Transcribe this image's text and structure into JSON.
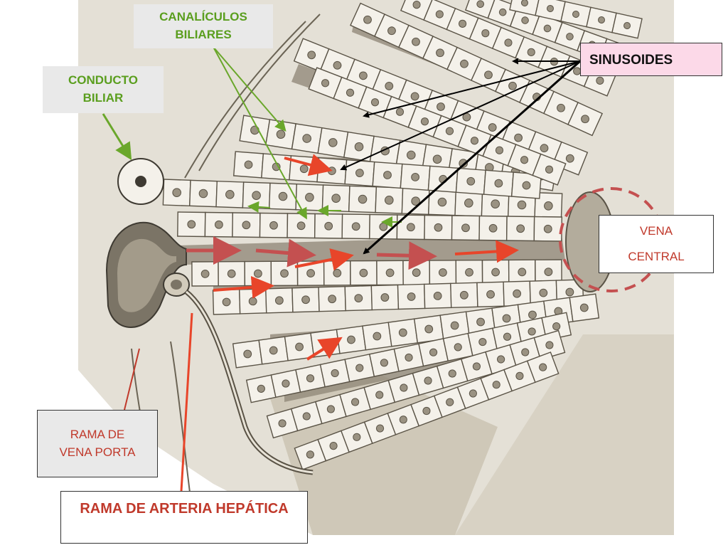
{
  "labels": {
    "canaliculos": {
      "line1": "CANALÍCULOS",
      "line2": "BILIARES"
    },
    "conducto": {
      "line1": "CONDUCTO",
      "line2": "BILIAR"
    },
    "sinusoides": {
      "text": "SINUSOIDES"
    },
    "vena_central": {
      "line1": "VENA",
      "line2": "CENTRAL"
    },
    "rama_porta": {
      "line1": "RAMA DE",
      "line2": "VENA PORTA"
    },
    "rama_arteria": {
      "text": "RAMA DE ARTERIA HEPÁTICA"
    }
  },
  "colors": {
    "green_label": "#5a9e1e",
    "red_label": "#c0392b",
    "sinusoid_red": "#e8452a",
    "portal_red": "#c45050",
    "bile_green": "#6aa72b",
    "pointer_black": "#000000",
    "tissue_shadow": "#8e8575",
    "cell_fill": "#f4f1ea",
    "cell_line": "#5a5346"
  }
}
